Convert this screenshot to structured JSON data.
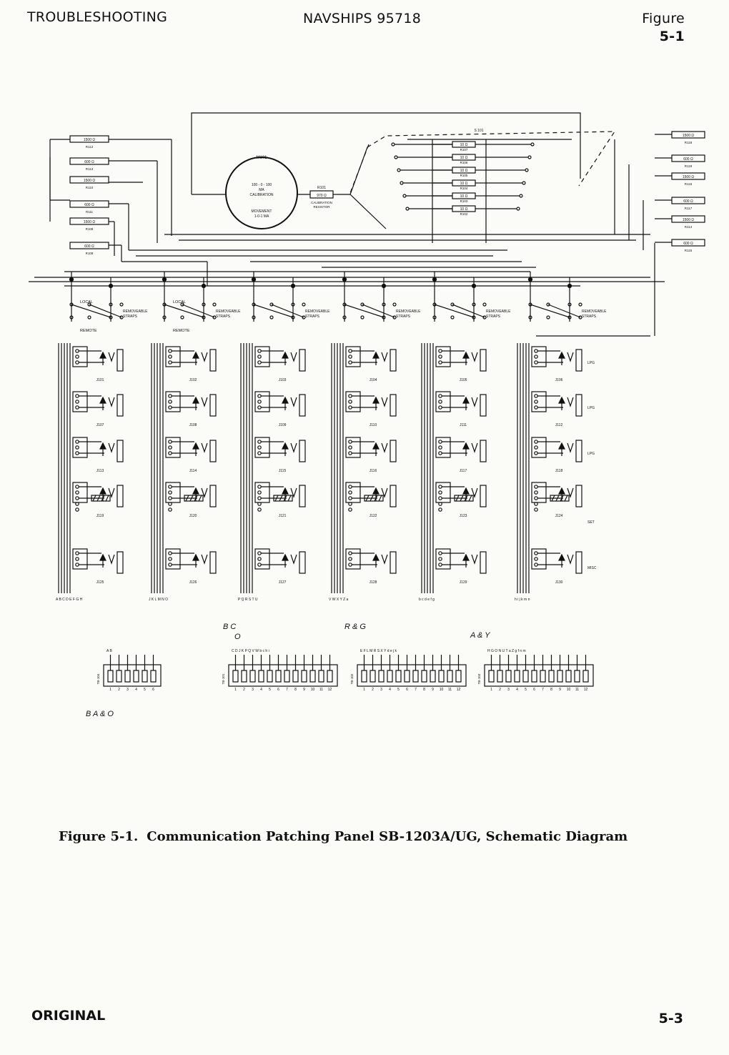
{
  "header": {
    "section": "TROUBLESHOOTING",
    "doc_number": "NAVSHIPS 95718",
    "figure_label": "Figure",
    "figure_number": "5-1"
  },
  "meter": {
    "ref": "M101",
    "line1": "100 - 0 - 100",
    "line2": "MA",
    "line3": "CALIBRATION",
    "line4": "MOVEMENT",
    "line5": "1-0-1 MA"
  },
  "cal_resistor": {
    "ref": "R101",
    "value": "970 Ω",
    "label1": "CALIBRATION",
    "label2": "RESISTOR"
  },
  "switch_ref": "S 101",
  "left_resistors": [
    {
      "value": "1500 Ω",
      "ref": "R112"
    },
    {
      "value": "600 Ω",
      "ref": "R113"
    },
    {
      "value": "1500 Ω",
      "ref": "R110"
    },
    {
      "value": "600 Ω",
      "ref": "R111"
    },
    {
      "value": "1500 Ω",
      "ref": "R108"
    },
    {
      "value": "600 Ω",
      "ref": "R109"
    }
  ],
  "right_resistors": [
    {
      "value": "1500 Ω",
      "ref": "R118"
    },
    {
      "value": "600 Ω",
      "ref": "R119"
    },
    {
      "value": "1500 Ω",
      "ref": "R116"
    },
    {
      "value": "600 Ω",
      "ref": "R117"
    },
    {
      "value": "1500 Ω",
      "ref": "R114"
    },
    {
      "value": "600 Ω",
      "ref": "R115"
    }
  ],
  "center_resistors": [
    {
      "value": "10 Ω",
      "ref": "R107"
    },
    {
      "value": "10 Ω",
      "ref": "R106"
    },
    {
      "value": "10 Ω",
      "ref": "R105"
    },
    {
      "value": "10 Ω",
      "ref": "R104"
    },
    {
      "value": "10 Ω",
      "ref": "R103"
    },
    {
      "value": "10 Ω",
      "ref": "R102"
    }
  ],
  "straps": {
    "local": "LOCAL",
    "remote": "REMOTE",
    "removeable": "REMOVEABLE",
    "straps": "STRAPS"
  },
  "jack_rows": [
    [
      "J101",
      "J102",
      "J103",
      "J104",
      "J105",
      "J106"
    ],
    [
      "J107",
      "J108",
      "J109",
      "J110",
      "J111",
      "J112"
    ],
    [
      "J113",
      "J114",
      "J115",
      "J116",
      "J117",
      "J118"
    ],
    [
      "J119",
      "J120",
      "J121",
      "J122",
      "J123",
      "J124"
    ],
    [
      "J125",
      "J126",
      "J127",
      "J128",
      "J129",
      "J130"
    ]
  ],
  "row_labels": [
    "LPG",
    "LPG",
    "LPG",
    "SET",
    "MISC"
  ],
  "bus_letters": [
    "A B C D E F G H",
    "J K L M N O",
    "P Q R S T U",
    "V W X Y Z a",
    "b c d e f g",
    "h i j k m n"
  ],
  "terminal_boards": [
    {
      "label": "TB-104",
      "count": 6,
      "letters": "A B"
    },
    {
      "label": "TB-101",
      "count": 12,
      "letters": "C D J K P Q V W b c h i"
    },
    {
      "label": "TB-102",
      "count": 12,
      "letters": "E F L M R S X Y d e j k"
    },
    {
      "label": "TB-103",
      "count": 12,
      "letters": "H G O N U T a Z g f n m"
    }
  ],
  "handwritten": [
    "B C",
    "O",
    "R & G",
    "A & Y",
    "B A & O"
  ],
  "caption": {
    "label": "Figure 5-1.",
    "title": "Communication Patching Panel SB-1203A/UG, Schematic Diagram"
  },
  "footer": {
    "left": "ORIGINAL",
    "right": "5-3"
  }
}
